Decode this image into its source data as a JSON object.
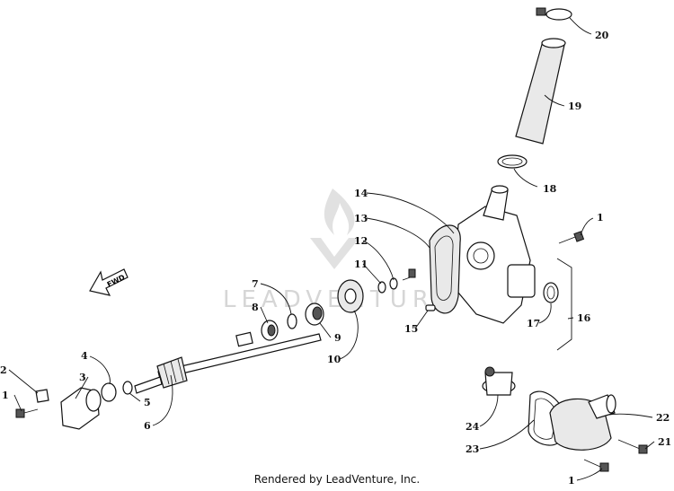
{
  "footer": "Rendered by LeadVenture, Inc.",
  "watermark": "LEADVENTURE",
  "fwd_label": "FWD",
  "callouts": [
    "1",
    "2",
    "3",
    "4",
    "5",
    "6",
    "7",
    "8",
    "9",
    "10",
    "11",
    "12",
    "13",
    "14",
    "15",
    "16",
    "1",
    "17",
    "18",
    "19",
    "20",
    "21",
    "22",
    "23",
    "24",
    "1"
  ]
}
